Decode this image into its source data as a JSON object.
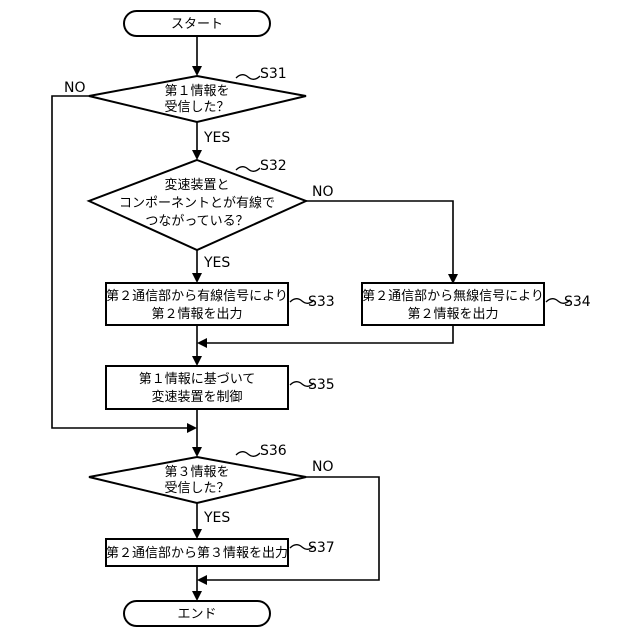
{
  "nodes": {
    "start": {
      "label": "スタート"
    },
    "s31": {
      "step": "S31",
      "lines": [
        "第１情報を",
        "受信した？"
      ]
    },
    "s32": {
      "step": "S32",
      "lines": [
        "変速装置と",
        "コンポーネントとが有線で",
        "つながっている？"
      ]
    },
    "s33": {
      "step": "S33",
      "lines": [
        "第２通信部から有線信号により",
        "第２情報を出力"
      ]
    },
    "s34": {
      "step": "S34",
      "lines": [
        "第２通信部から無線信号により",
        "第２情報を出力"
      ]
    },
    "s35": {
      "step": "S35",
      "lines": [
        "第１情報に基づいて",
        "変速装置を制御"
      ]
    },
    "s36": {
      "step": "S36",
      "lines": [
        "第３情報を",
        "受信した？"
      ]
    },
    "s37": {
      "step": "S37",
      "lines": [
        "第２通信部から第３情報を出力"
      ]
    },
    "end": {
      "label": "エンド"
    }
  },
  "branch_labels": {
    "s31_yes": "YES",
    "s31_no": "NO",
    "s32_yes": "YES",
    "s32_no": "NO",
    "s36_yes": "YES",
    "s36_no": "NO"
  }
}
